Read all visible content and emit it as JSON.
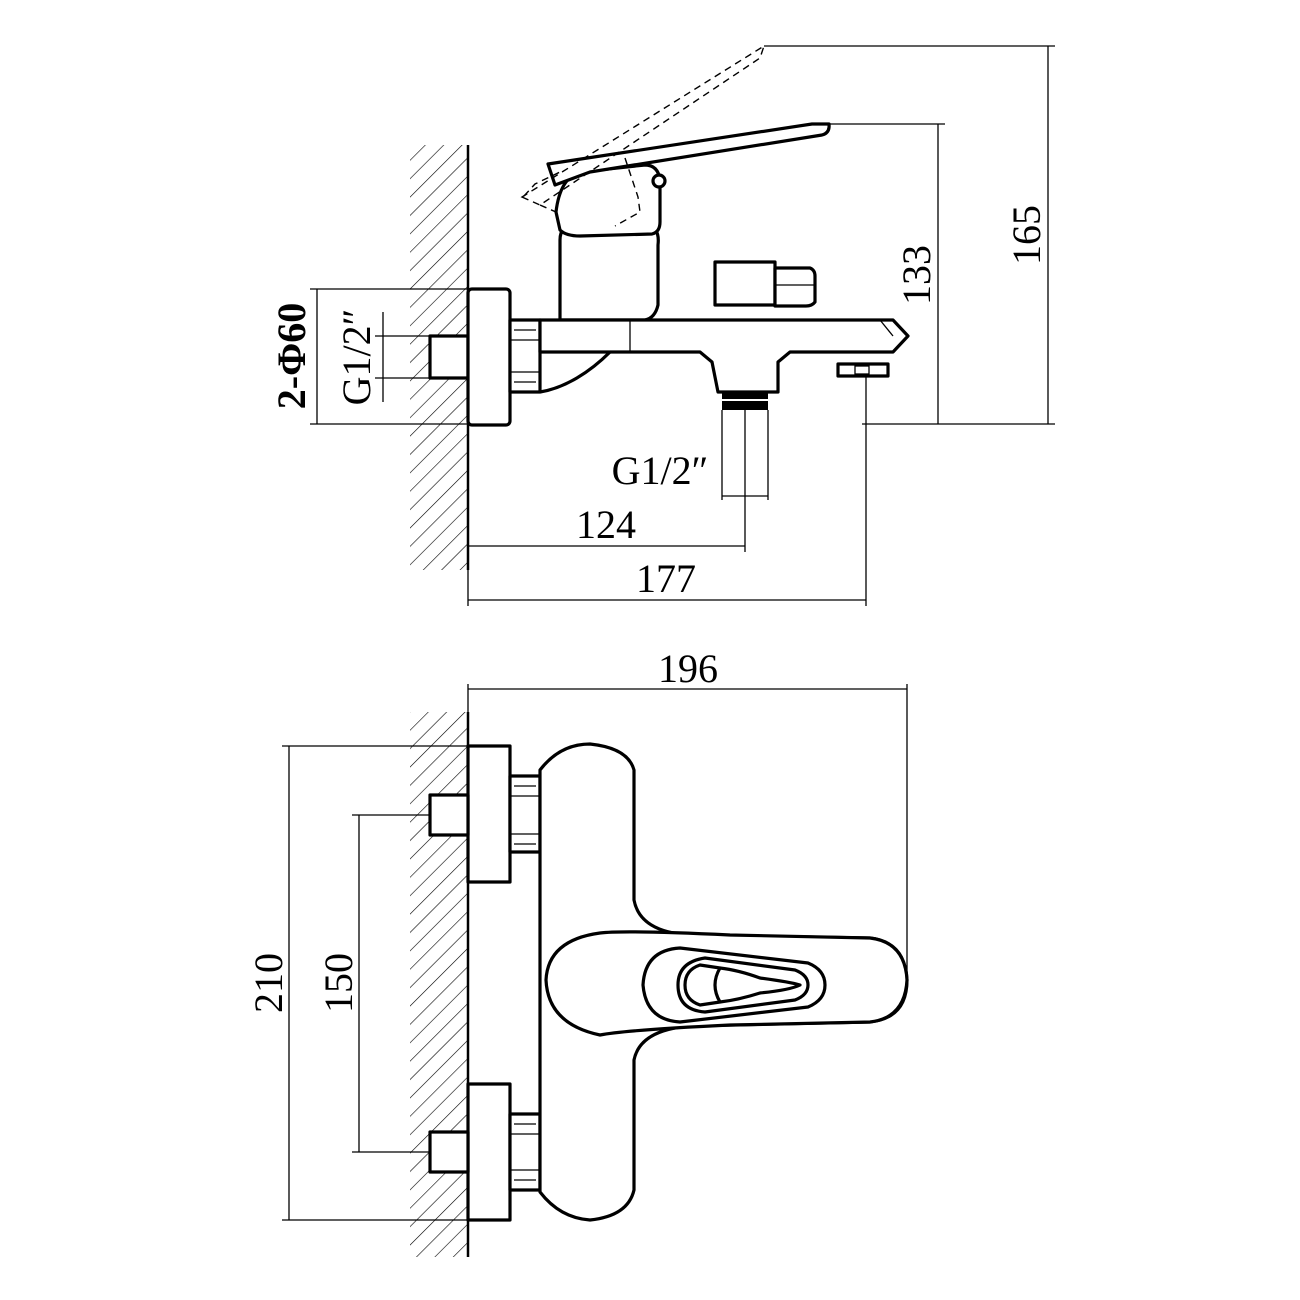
{
  "side_view": {
    "dimensions": {
      "height_handle_raised": "165",
      "height_body": "133",
      "connection_size": "2-Φ60",
      "wall_thread": "G1/2″",
      "outlet_thread": "G1/2″",
      "outlet_distance": "124",
      "spout_length": "177"
    }
  },
  "top_view": {
    "dimensions": {
      "total_depth": "196",
      "total_width": "210",
      "centers_distance": "150"
    }
  }
}
